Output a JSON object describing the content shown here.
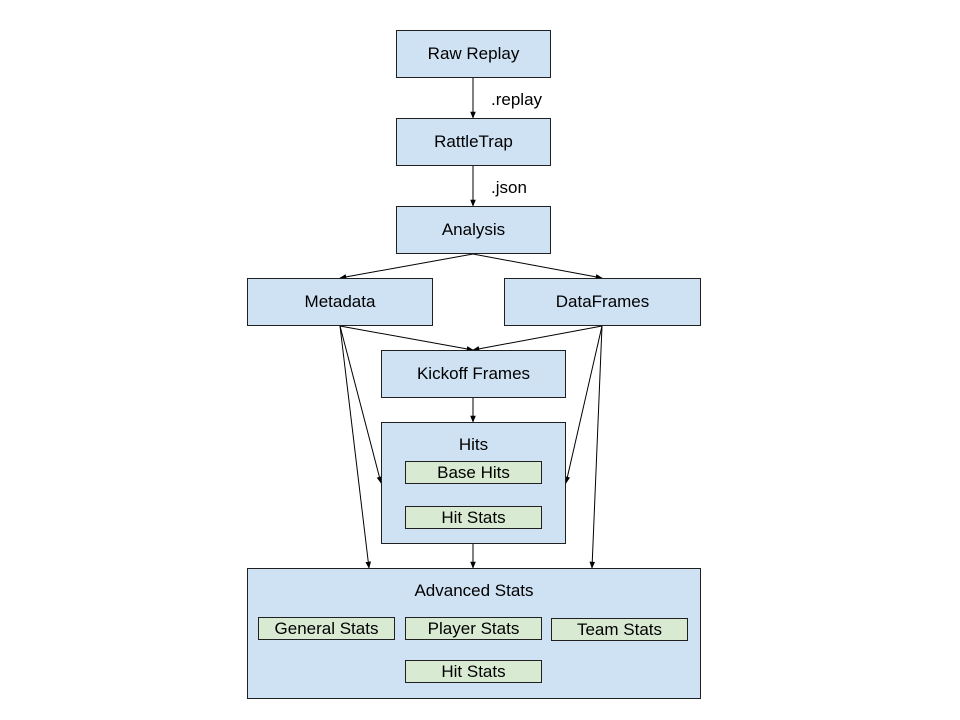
{
  "colors": {
    "node_fill": "#cfe2f3",
    "sub_fill": "#d9ead3",
    "border": "#202020",
    "edge": "#000000"
  },
  "nodes": {
    "raw_replay": "Raw Replay",
    "rattletrap": "RattleTrap",
    "analysis": "Analysis",
    "metadata": "Metadata",
    "dataframes": "DataFrames",
    "kickoff_frames": "Kickoff Frames",
    "hits": "Hits",
    "advanced_stats": "Advanced Stats"
  },
  "hits_children": {
    "base_hits": "Base Hits",
    "hit_stats": "Hit Stats"
  },
  "advanced_children": {
    "general_stats": "General Stats",
    "player_stats": "Player Stats",
    "team_stats": "Team Stats",
    "hit_stats": "Hit Stats"
  },
  "edge_labels": {
    "replay": ".replay",
    "json": ".json"
  }
}
